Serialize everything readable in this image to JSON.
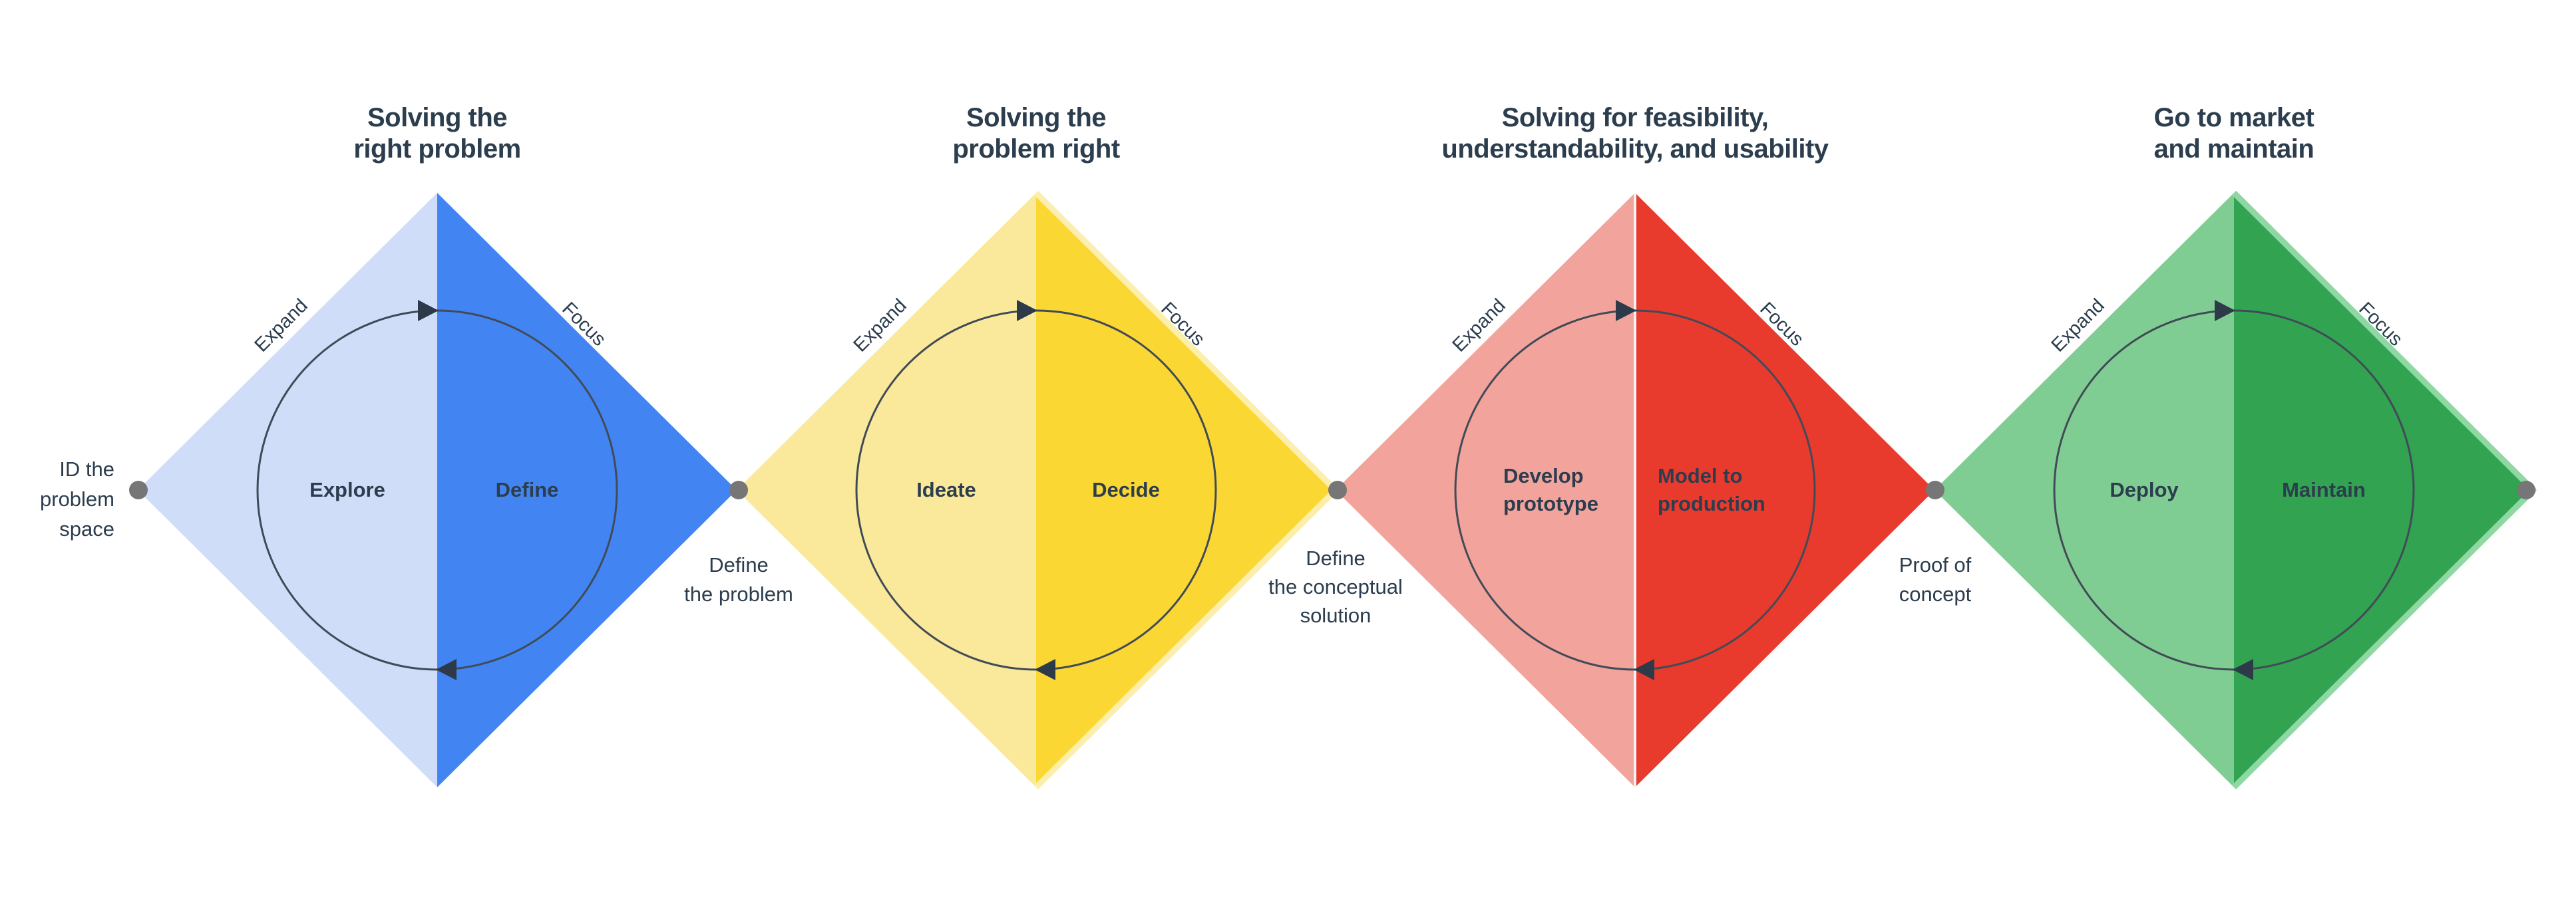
{
  "palette": {
    "text": "#2C3D4E",
    "circle_stroke": "#414B57",
    "arrow_color": "#2C3A49",
    "dot_color": "#767676",
    "background": "#FFFFFF"
  },
  "diamonds": [
    {
      "title": "Solving the\nright problem",
      "expand_label": "Expand",
      "focus_label": "Focus",
      "left_label": "Explore",
      "right_label": "Define",
      "left_color": "#D0DDF8",
      "right_color": "#4285F2",
      "right_edge_stroke": null,
      "seam_color": null
    },
    {
      "title": "Solving the\nproblem right",
      "expand_label": "Expand",
      "focus_label": "Focus",
      "left_label": "Ideate",
      "right_label": "Decide",
      "left_color": "#FAE99B",
      "right_color": "#FBD733",
      "right_edge_stroke": "#FCEFAE",
      "seam_color": null
    },
    {
      "title": "Solving for feasibility,\nunderstandability, and usability",
      "expand_label": "Expand",
      "focus_label": "Focus",
      "left_label": "Develop\nprototype",
      "right_label": "Model to\nproduction",
      "left_color": "#F2A39C",
      "right_color": "#E83A2D",
      "right_edge_stroke": null,
      "seam_color": "#F2F3F3"
    },
    {
      "title": "Go to market\nand maintain",
      "expand_label": "Expand",
      "focus_label": "Focus",
      "left_label": "Deploy",
      "right_label": "Maintain",
      "left_color": "#80CD93",
      "right_color": "#31A351",
      "right_edge_stroke": "#8FD8A3",
      "seam_color": null
    }
  ],
  "milestones": [
    {
      "label": "ID the\nproblem\nspace"
    },
    {
      "label": "Define\nthe problem"
    },
    {
      "label": "Define\nthe conceptual\nsolution"
    },
    {
      "label": "Proof of\nconcept"
    },
    {
      "label": ""
    }
  ]
}
